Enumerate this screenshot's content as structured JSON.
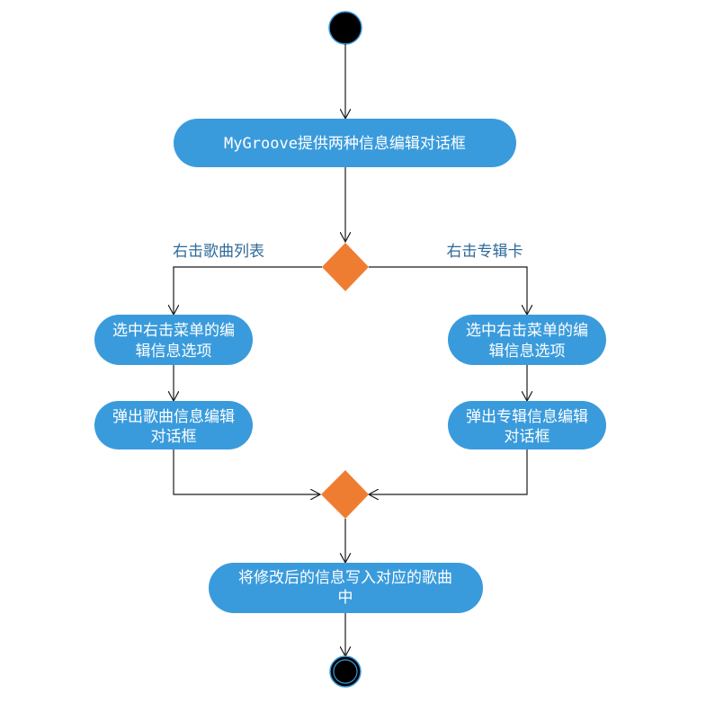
{
  "colors": {
    "activity_fill": "#3a9bdc",
    "decision_fill": "#ef7d31",
    "line": "#1a1a1a",
    "guard_text": "#2e6a99"
  },
  "diagram": {
    "top_activity": "MyGroove提供两种信息编辑对话框",
    "guard_left": "右击歌曲列表",
    "guard_right": "右击专辑卡",
    "left_step1_line1": "选中右击菜单的编",
    "left_step1_line2": "辑信息选项",
    "right_step1_line1": "选中右击菜单的编",
    "right_step1_line2": "辑信息选项",
    "left_step2_line1": "弹出歌曲信息编辑",
    "left_step2_line2": "对话框",
    "right_step2_line1": "弹出专辑信息编辑",
    "right_step2_line2": "对话框",
    "final_activity_line1": "将修改后的信息写入对应的歌曲",
    "final_activity_line2": "中"
  }
}
